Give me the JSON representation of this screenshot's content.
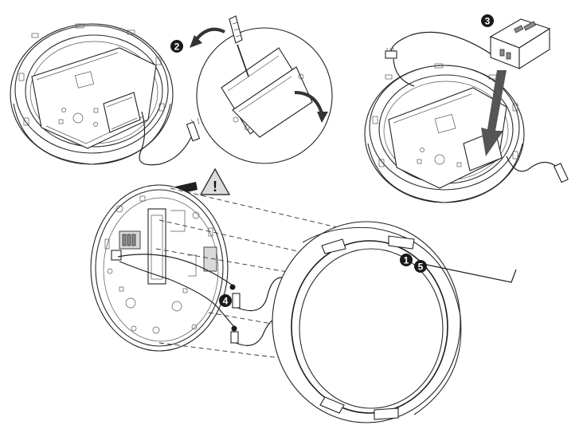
{
  "steps": [
    {
      "label": "1"
    },
    {
      "label": "2"
    },
    {
      "label": "3"
    },
    {
      "label": "4"
    },
    {
      "label": "5"
    }
  ],
  "warning": {
    "symbol": "!"
  },
  "colors": {
    "line": "#222222",
    "step_badge": "#1a1a1a",
    "arrow": "#555555",
    "warning_fill": "#dcdcdc"
  }
}
